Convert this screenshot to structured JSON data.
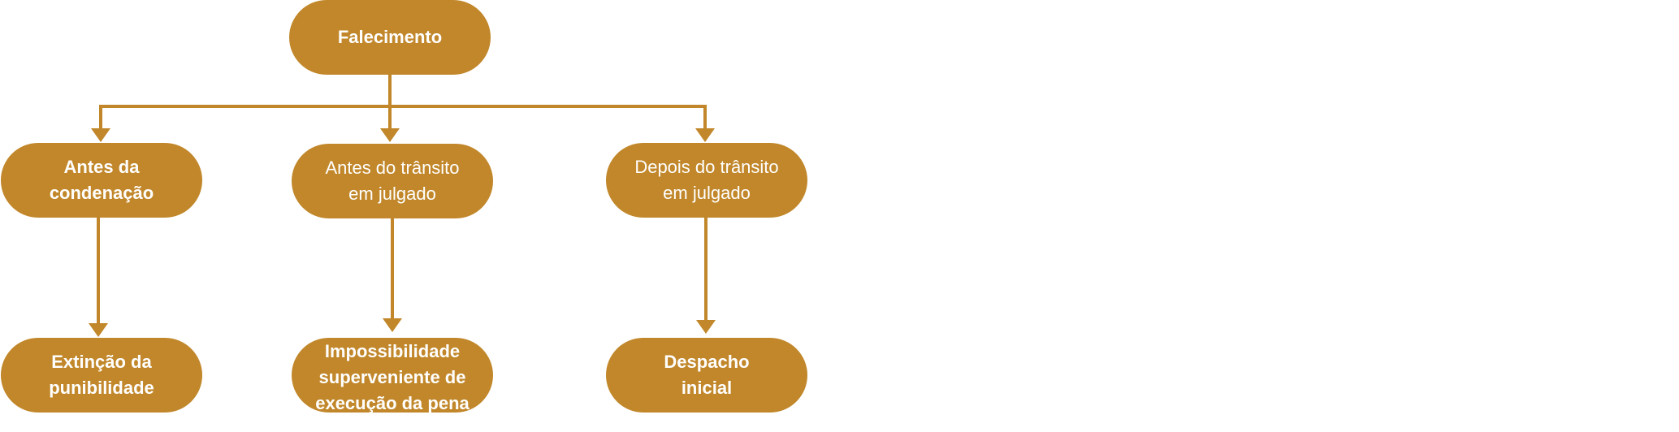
{
  "colors": {
    "node_fill": "#c1872a",
    "connector": "#c1872a",
    "text": "#ffffff",
    "background": "#ffffff"
  },
  "nodes": {
    "root": "Falecimento",
    "before_conviction": "Antes da\ncondenação",
    "before_final_judgment": "Antes do trânsito\nem julgado",
    "after_final_judgment": "Depois do trânsito\nem julgado",
    "extinction_punishability": "Extinção da\npunibilidade",
    "supervening_impossibility": "Impossibilidade\nsuperveniente de\nexecução da pena",
    "initial_order": "Despacho\ninicial"
  }
}
